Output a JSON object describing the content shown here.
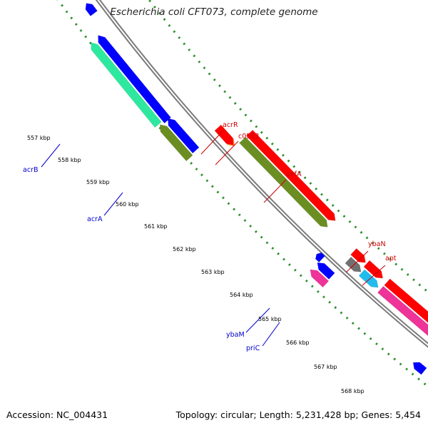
{
  "title": "Escherichia coli CFT073, complete genome",
  "accession": "Accession: NC_004431",
  "summary": "Topology: circular; Length: 5,231,428 bp; Genes: 5,454",
  "colors": {
    "backbone": "#8c8c8c",
    "ruler": "#2f8f2f",
    "forward_label": "#cc0000",
    "reverse_label": "#0000cc",
    "blue": "#0000ff",
    "red": "#ff0000",
    "olive": "#6b8e23",
    "aquamarine": "#2fe8a0",
    "orange": "#ff9922",
    "grey": "#707070",
    "cyan": "#22bbee",
    "magenta": "#ee3399"
  },
  "ticks": [
    "557 kbp",
    "558 kbp",
    "559 kbp",
    "560 kbp",
    "561 kbp",
    "562 kbp",
    "563 kbp",
    "564 kbp",
    "565 kbp",
    "566 kbp",
    "567 kbp",
    "568 kbp"
  ],
  "gene_labels": [
    {
      "name": "acrB",
      "strand": "reverse"
    },
    {
      "name": "acrA",
      "strand": "reverse"
    },
    {
      "name": "acrR",
      "strand": "forward"
    },
    {
      "name": "c0583",
      "strand": "forward"
    },
    {
      "name": "aefA",
      "strand": "forward"
    },
    {
      "name": "ybaN",
      "strand": "forward"
    },
    {
      "name": "apt",
      "strand": "forward"
    },
    {
      "name": "ybaM",
      "strand": "reverse"
    },
    {
      "name": "priC",
      "strand": "reverse"
    }
  ]
}
